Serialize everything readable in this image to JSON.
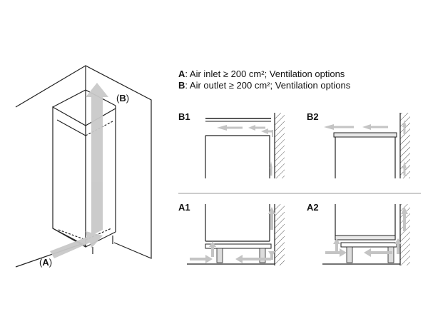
{
  "legend": {
    "a_key": "A",
    "a_text": ": Air inlet ≥ 200 cm²; Ventilation options",
    "b_key": "B",
    "b_text": ": Air outlet ≥ 200 cm²; Ventilation options"
  },
  "cabinet": {
    "label_a_open": "(",
    "label_a_key": "A",
    "label_a_close": ")",
    "label_b_open": "(",
    "label_b_key": "B",
    "label_b_close": ")"
  },
  "panels": {
    "b1": "B1",
    "b2": "B2",
    "a1": "A1",
    "a2": "A2"
  },
  "colors": {
    "line": "#222222",
    "arrow": "#c4c4c4",
    "hatch": "#555555"
  }
}
